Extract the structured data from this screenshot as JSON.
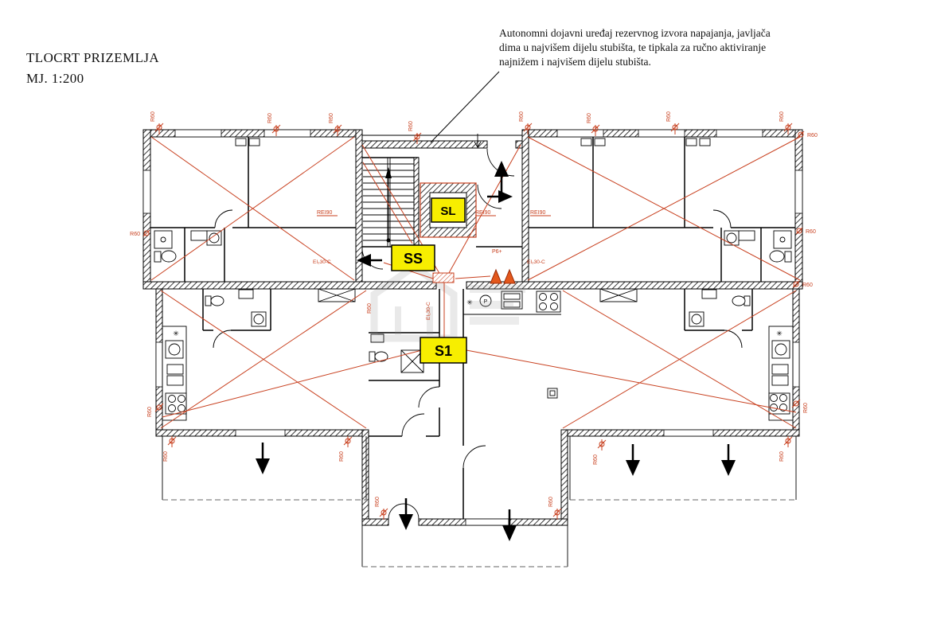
{
  "title_block": {
    "title": "TLOCRT PRIZEMLJA",
    "scale": "MJ. 1:200"
  },
  "annotation": {
    "text": "Autonomni dojavni uređaj rezervnog izvora napajanja, javljača\ndima u najvišem dijelu stubišta, te tipkala za ručno aktiviranje\nnajnižem i najvišem dijelu stubišta."
  },
  "zone_labels": {
    "sl": "SL",
    "ss": "SS",
    "s1": "S1"
  },
  "fire_labels": {
    "r60": "R60",
    "rei90": "REI90",
    "ei2_30c": "EI₂30-C",
    "p6": "P6+"
  },
  "symbols": {
    "star": "✳",
    "dishwasher": "P"
  },
  "colors": {
    "fire_red": "#c8401f",
    "label_yellow": "#f7ee00",
    "wall_black": "#000000",
    "watermark_gray": "#bbbbbb"
  }
}
